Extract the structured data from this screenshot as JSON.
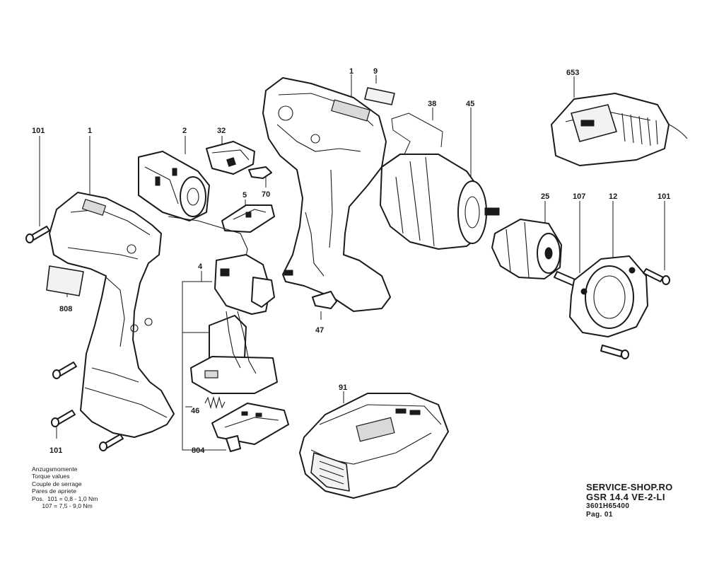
{
  "labels": {
    "l101a": "101",
    "l1a": "1",
    "l2": "2",
    "l32": "32",
    "l70": "70",
    "l5": "5",
    "l1b": "1",
    "l9": "9",
    "l38": "38",
    "l45": "45",
    "l653": "653",
    "l25": "25",
    "l107": "107",
    "l12": "12",
    "l101b": "101",
    "l808": "808",
    "l4": "4",
    "l47": "47",
    "l91": "91",
    "l46": "46",
    "l804": "804",
    "l101c": "101"
  },
  "torque": {
    "heading_de": "Anzugsmomente",
    "heading_en": "Torque values",
    "heading_fr": "Couple de serrage",
    "heading_ro": "Pares de apriete",
    "row1": "Pos.  101 = 0,8 - 1,0 Nm",
    "row2": "      107 = 7,5 - 9,0 Nm"
  },
  "title_block": {
    "shop": "SERVICE-SHOP.RO",
    "model": "GSR 14.4 VE-2-LI",
    "part_number": "3601H65400",
    "page": "Pag. 01"
  }
}
